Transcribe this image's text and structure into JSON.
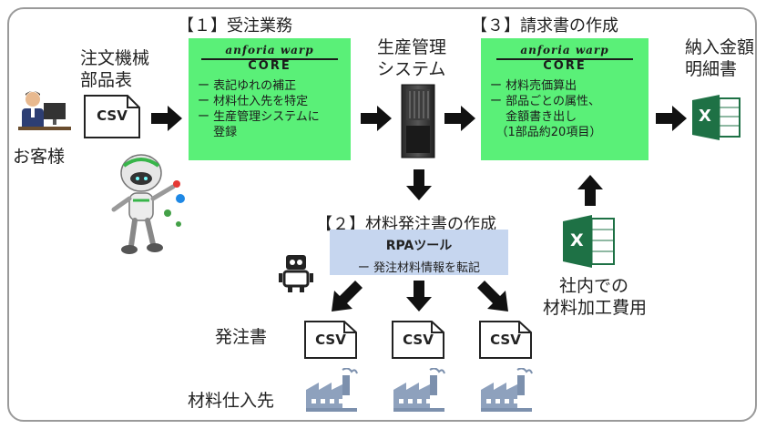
{
  "customer": {
    "label": "お客様"
  },
  "input_doc": {
    "label_line1": "注文機械",
    "label_line2": "部品表",
    "file_type": "CSV"
  },
  "step1": {
    "title": "【１】受注業務",
    "logo_top": "anforia warp",
    "logo_core": "CORE",
    "bullets": [
      "ー 表記ゆれの補正",
      "ー 材料仕入先を特定",
      "ー 生産管理システムに",
      "　 登録"
    ]
  },
  "production_system": {
    "label_line1": "生産管理",
    "label_line2": "システム"
  },
  "step3": {
    "title": "【３】請求書の作成",
    "logo_top": "anforia warp",
    "logo_core": "CORE",
    "bullets": [
      "ー 材料売価算出",
      "ー 部品ごとの属性、",
      "　 金額書き出し",
      "　（1部品約20項目）"
    ]
  },
  "output_doc": {
    "label_line1": "納入金額",
    "label_line2": "明細書",
    "icon_letter": "X"
  },
  "step2": {
    "title": "【２】材料発注書の作成",
    "tool_title": "RPAツール",
    "bullet": "ー 発注材料情報を転記"
  },
  "internal_cost": {
    "label_line1": "社内での",
    "label_line2": "材料加工費用",
    "icon_letter": "X"
  },
  "orders": {
    "label": "発注書",
    "files": [
      "CSV",
      "CSV",
      "CSV"
    ]
  },
  "suppliers": {
    "label": "材料仕入先"
  },
  "colors": {
    "core_green": "#5af078",
    "rpa_blue": "#c6d6ef",
    "excel_green": "#1e7145"
  }
}
